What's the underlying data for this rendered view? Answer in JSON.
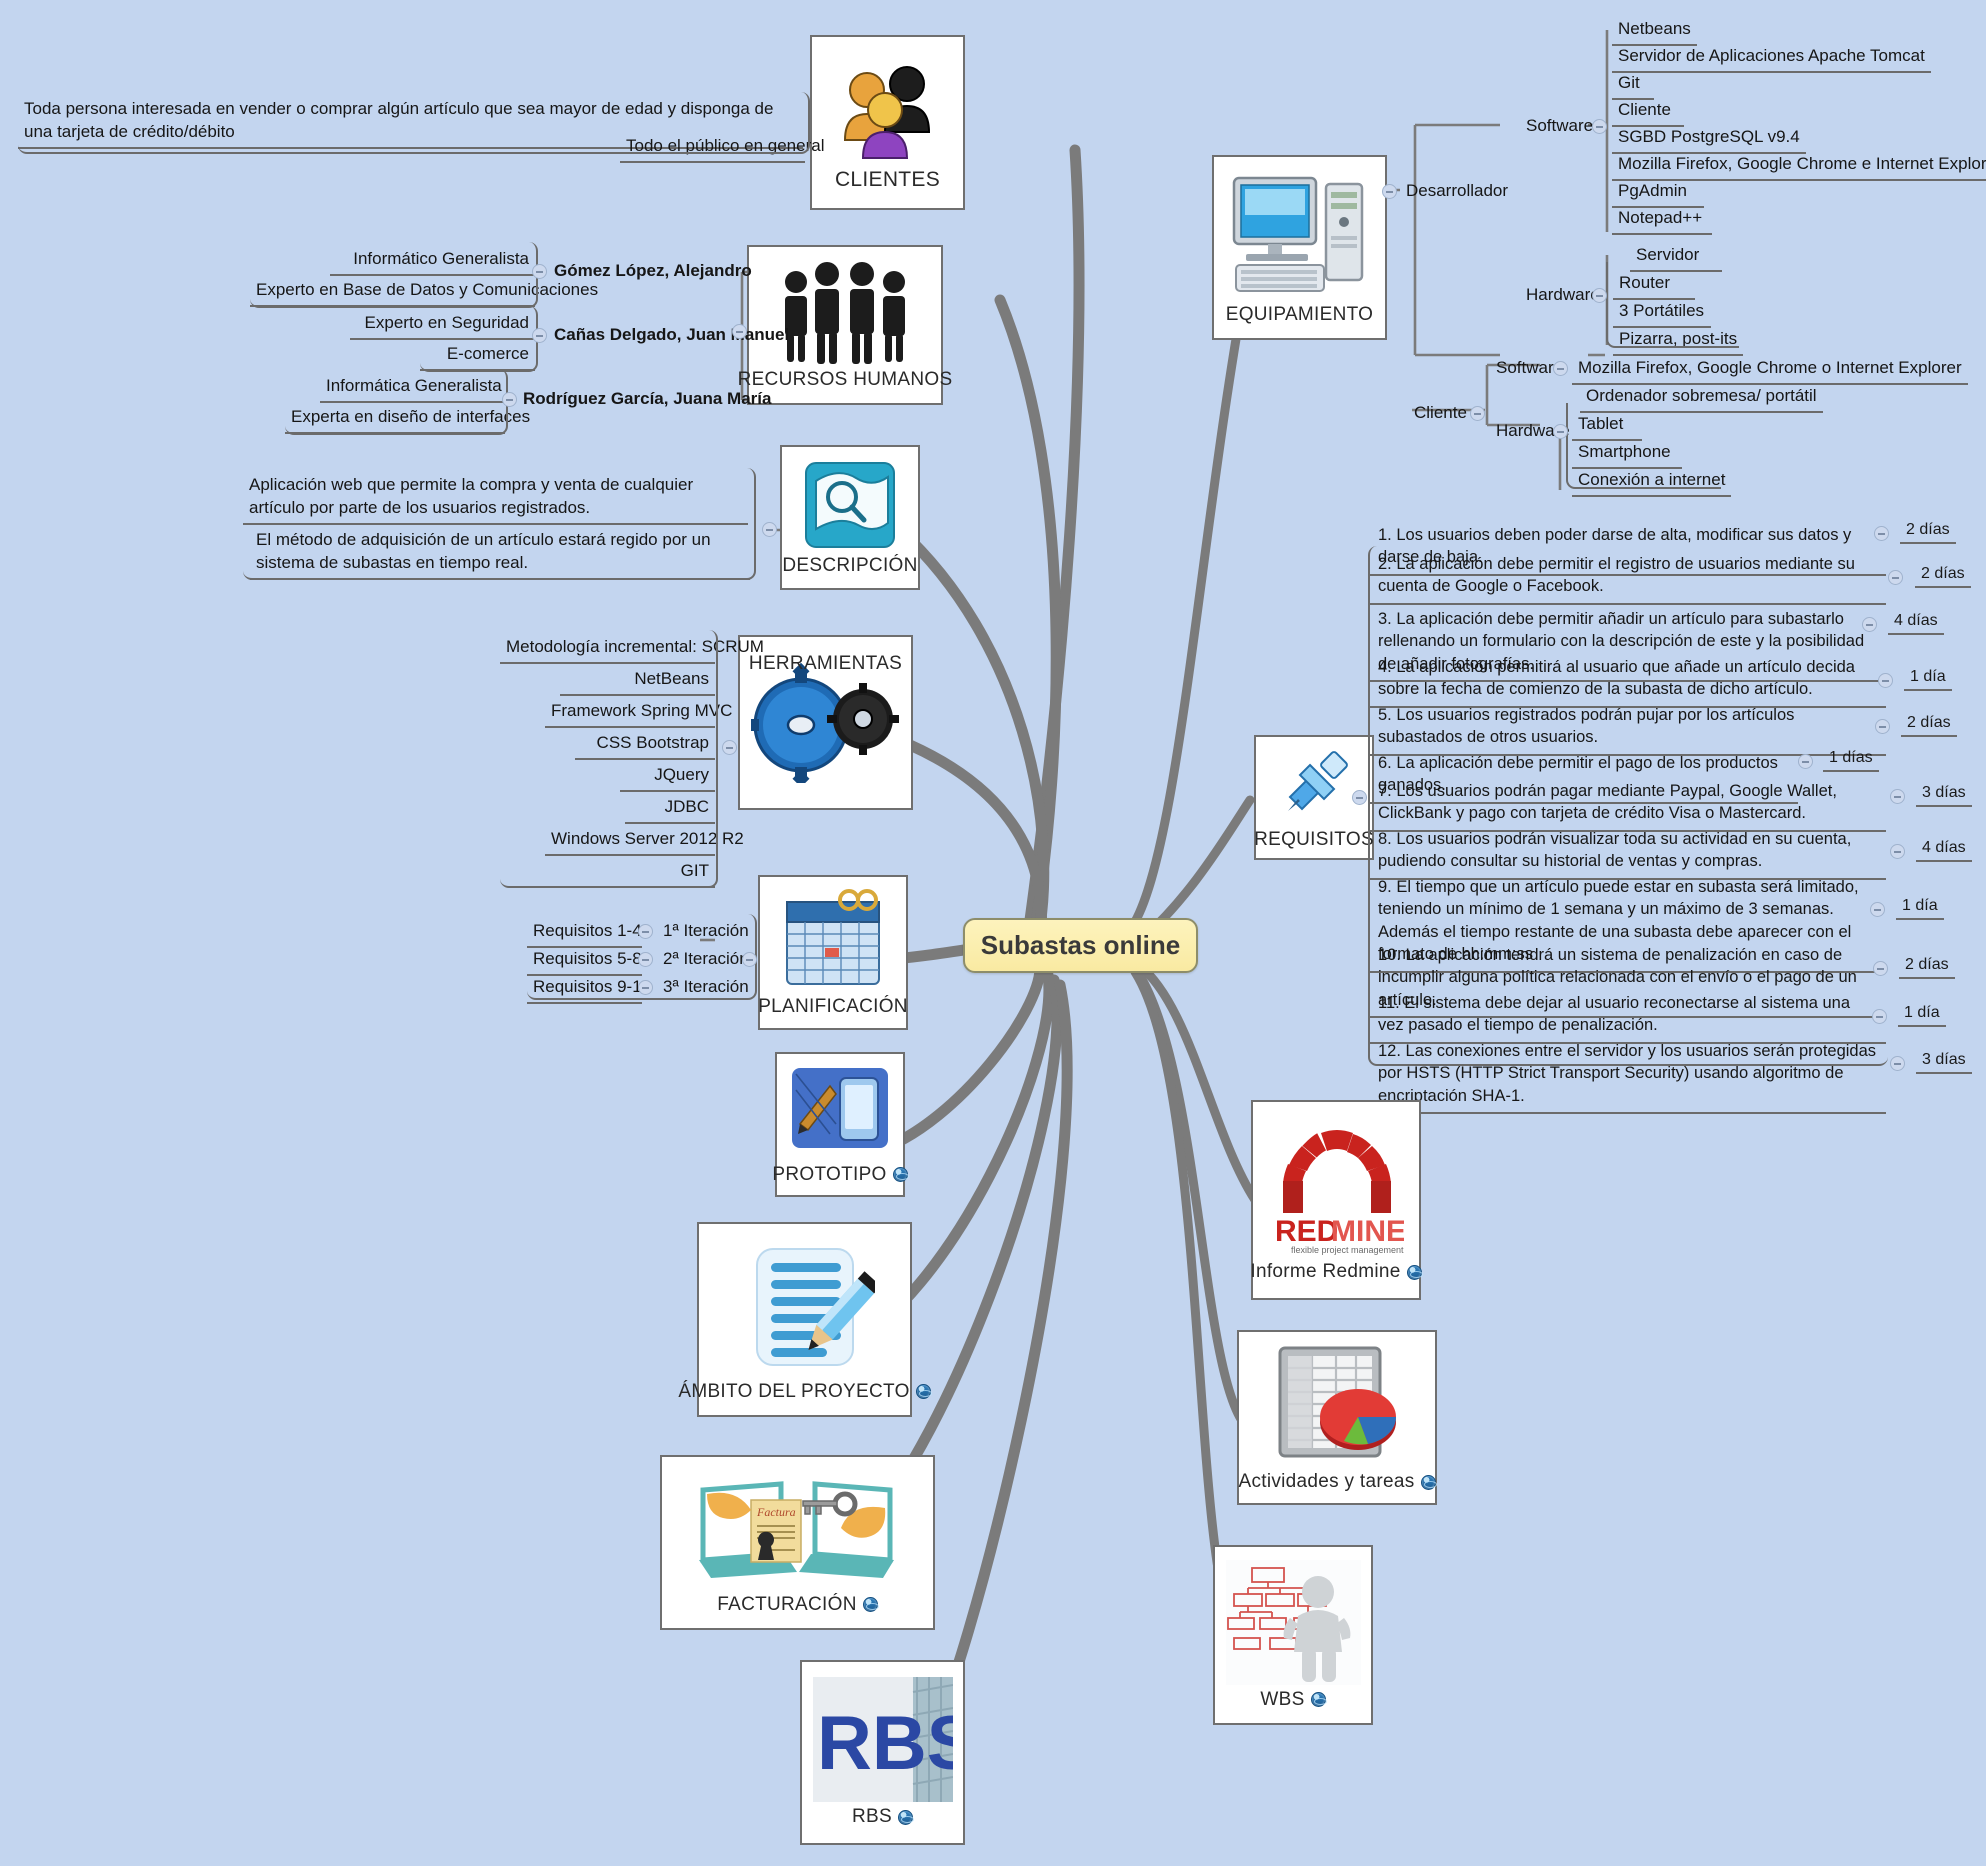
{
  "central": {
    "label": "Subastas online",
    "color": "#f9eaa2"
  },
  "canvas": {
    "background": "#c3d5ef",
    "branch_color": "#6b6b6b"
  },
  "branches": {
    "clientes": {
      "label": "CLIENTES",
      "icon": "people-group-icon",
      "children": [
        "Toda persona interesada en vender o comprar algún artículo que sea mayor de edad y disponga de una tarjeta de crédito/débito",
        "Todo el público en general"
      ]
    },
    "recursos_humanos": {
      "label": "RECURSOS HUMANOS",
      "icon": "team-icon",
      "members": [
        {
          "name": "Gómez López, Alejandro",
          "skills": [
            "Informático Generalista",
            "Experto en Base de Datos y Comunicaciones"
          ]
        },
        {
          "name": "Cañas Delgado, Juan Manuel",
          "skills": [
            "Experto en Seguridad",
            "E-comerce"
          ]
        },
        {
          "name": "Rodríguez García, Juana María",
          "skills": [
            "Informática Generalista",
            "Experta en diseño de interfaces"
          ]
        }
      ]
    },
    "descripcion": {
      "label": "DESCRIPCIÓN",
      "icon": "document-search-icon",
      "children": [
        "Aplicación web que permite la compra y venta de cualquier artículo por parte de los usuarios registrados.",
        "El método de adquisición de un artículo estará regido por un sistema de subastas en tiempo real."
      ]
    },
    "herramientas": {
      "label": "HERRAMIENTAS",
      "icon": "gears-icon",
      "children": [
        "Metodología incremental: SCRUM",
        "NetBeans",
        "Framework Spring MVC",
        "CSS Bootstrap",
        "JQuery",
        "JDBC",
        "Windows Server 2012 R2",
        "GIT"
      ]
    },
    "planificacion": {
      "label": "PLANIFICACIÓN",
      "icon": "calendar-icon",
      "iterations": [
        {
          "name": "1ª Iteración",
          "scope": "Requisitos 1-4"
        },
        {
          "name": "2ª Iteración",
          "scope": "Requisitos 5-8"
        },
        {
          "name": "3ª Iteración",
          "scope": "Requisitos 9-12"
        }
      ]
    },
    "prototipo": {
      "label": "PROTOTIPO",
      "icon": "prototype-device-icon",
      "has_link": true
    },
    "ambito": {
      "label": "ÁMBITO DEL PROYECTO",
      "icon": "document-pencil-icon",
      "has_link": true
    },
    "facturacion": {
      "label": "FACTURACIÓN",
      "icon": "invoice-laptops-icon",
      "has_link": true
    },
    "rbs": {
      "label": "RBS",
      "icon": "rbs-logo-icon",
      "has_link": true
    },
    "equipamiento": {
      "label": "EQUIPAMIENTO",
      "icon": "computer-tower-icon",
      "groups": [
        {
          "name": "Desarrollador",
          "sections": [
            {
              "name": "Software",
              "items": [
                "Netbeans",
                "Servidor de Aplicaciones Apache Tomcat",
                "Git",
                "Cliente",
                "SGBD PostgreSQL v9.4",
                "Mozilla Firefox, Google Chrome e Internet Explorer",
                "PgAdmin",
                "Notepad++"
              ]
            },
            {
              "name": "Hardware",
              "items": [
                "Servidor",
                "Router",
                "3 Portátiles",
                "Pizarra, post-its"
              ]
            }
          ]
        },
        {
          "name": "Cliente",
          "sections": [
            {
              "name": "Software",
              "items": [
                "Mozilla Firefox, Google Chrome o Internet Explorer"
              ]
            },
            {
              "name": "Hardware",
              "items": [
                "Ordenador sobremesa/ portátil",
                "Tablet",
                "Smartphone",
                "Conexión a internet"
              ]
            }
          ]
        }
      ]
    },
    "requisitos": {
      "label": "REQUISITOS",
      "icon": "pushpin-icon",
      "items": [
        {
          "text": "1.  Los usuarios deben poder darse de alta, modificar sus datos y darse de baja.",
          "days": "2 días"
        },
        {
          "text": "2.  La aplicación debe permitir el registro de usuarios mediante su cuenta de Google o Facebook.",
          "days": "2 días"
        },
        {
          "text": "3. La aplicación debe permitir añadir un artículo para subastarlo rellenando un formulario con la descripción de este y la posibilidad de añadir fotografías.",
          "days": "4 días"
        },
        {
          "text": "4. La aplicación permitirá al usuario que añade un artículo decida sobre la fecha de comienzo de la subasta de dicho artículo.",
          "days": "1 día"
        },
        {
          "text": " 5. Los usuarios registrados podrán pujar por los artículos subastados de otros usuarios.",
          "days": "2 días"
        },
        {
          "text": "6. La aplicación debe permitir el pago de los productos ganados.",
          "days": "1 días"
        },
        {
          "text": "7. Los usuarios podrán pagar mediante Paypal, Google Wallet, ClickBank y pago con tarjeta de crédito Visa o Mastercard.",
          "days": "3 días"
        },
        {
          "text": "8. Los usuarios podrán visualizar toda su actividad en su cuenta, pudiendo consultar su historial de ventas y compras.",
          "days": "4 días"
        },
        {
          "text": "9. El tiempo que un artículo puede estar en subasta será limitado, teniendo un mínimo de 1 semana y un máximo de 3 semanas. Además el tiempo restante de una subasta debe aparecer con el formato de hh:mm:ss",
          "days": "1 día"
        },
        {
          "text": "10. La aplicación tendrá un sistema de penalización en caso de incumplir alguna política relacionada con el envío o el pago de un artículo.",
          "days": "2 días"
        },
        {
          "text": " 11. El sistema debe dejar al usuario reconectarse al sistema una vez pasado el tiempo de penalización.",
          "days": "1 día"
        },
        {
          "text": " 12. Las conexiones entre el servidor y los usuarios serán protegidas por HSTS (HTTP Strict Transport Security) usando algoritmo de encriptación SHA-1.",
          "days": "3 días"
        }
      ]
    },
    "informe_redmine": {
      "label": "Informe Redmine",
      "icon": "redmine-logo-icon",
      "has_link": true,
      "logo_text": "REDMINE",
      "logo_tagline": "flexible project management"
    },
    "actividades": {
      "label": "Actividades y tareas",
      "icon": "spreadsheet-chart-icon",
      "has_link": true
    },
    "wbs": {
      "label": "WBS",
      "icon": "wbs-diagram-icon",
      "has_link": true
    }
  }
}
